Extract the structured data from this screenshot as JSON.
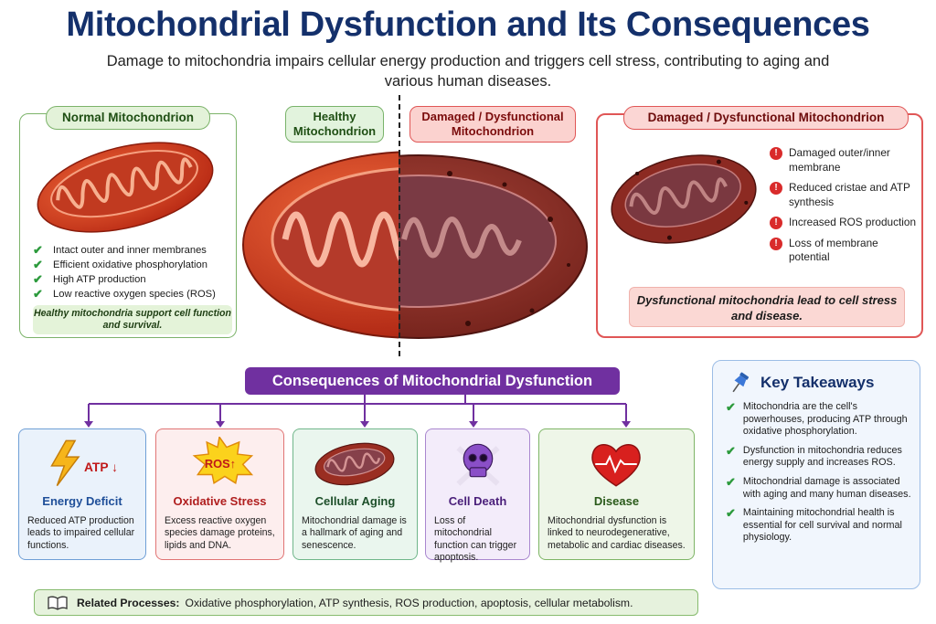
{
  "title": "Mitochondrial Dysfunction and Its Consequences",
  "subtitle": "Damage to mitochondria impairs cellular energy production and triggers cell stress, contributing to aging and various human diseases.",
  "normal_panel": {
    "heading": "Normal Mitochondrion",
    "items": [
      "Intact outer and inner membranes",
      "Efficient oxidative phosphorylation",
      "High ATP production",
      "Low reactive oxygen species (ROS)"
    ],
    "note": "Healthy mitochondria support cell function and survival."
  },
  "center": {
    "healthy_label": "Healthy Mitochondrion",
    "damaged_label": "Damaged / Dysfunctional Mitochondrion"
  },
  "damaged_panel": {
    "heading": "Damaged / Dysfunctional Mitochondrion",
    "items": [
      "Damaged outer/inner membrane",
      "Reduced cristae and ATP synthesis",
      "Increased ROS production",
      "Loss of membrane potential"
    ],
    "note": "Dysfunctional mitochondria lead to cell stress and disease."
  },
  "consequences": {
    "heading": "Consequences of Mitochondrial Dysfunction",
    "cards": [
      {
        "icon": "lightning-icon",
        "badge": "ATP ↓",
        "title": "Energy Deficit",
        "desc": "Reduced ATP production leads to impaired cellular functions."
      },
      {
        "icon": "burst-icon",
        "badge": "ROS↑",
        "title": "Oxidative Stress",
        "desc": "Excess reactive oxygen species damage proteins, lipids and DNA."
      },
      {
        "icon": "damaged-mitochondrion-icon",
        "title": "Cellular Aging",
        "desc": "Mitochondrial damage is a hallmark of aging and senescence."
      },
      {
        "icon": "skull-icon",
        "title": "Cell Death",
        "desc": "Loss of mitochondrial function can trigger apoptosis."
      },
      {
        "icon": "heart-icon",
        "title": "Disease",
        "desc": "Mitochondrial dysfunction is linked to neurodegenerative, metabolic and cardiac diseases."
      }
    ]
  },
  "takeaways": {
    "heading": "Key Takeaways",
    "icon": "pushpin-icon",
    "items": [
      "Mitochondria are the cell's powerhouses, producing ATP through oxidative phosphorylation.",
      "Dysfunction in mitochondria reduces energy supply and increases ROS.",
      "Mitochondrial damage is associated with aging and many human diseases.",
      "Maintaining mitochondrial health is essential for cell survival and normal physiology."
    ]
  },
  "related": {
    "icon": "book-icon",
    "label": "Related Processes:",
    "text": "Oxidative phosphorylation, ATP synthesis, ROS production, apoptosis, cellular metabolism."
  },
  "colors": {
    "title": "#14306b",
    "healthy_green": "#7cb36a",
    "damage_red": "#e05656",
    "consequence_purple": "#7030a0",
    "takeaway_blue": "#9cbde6"
  }
}
